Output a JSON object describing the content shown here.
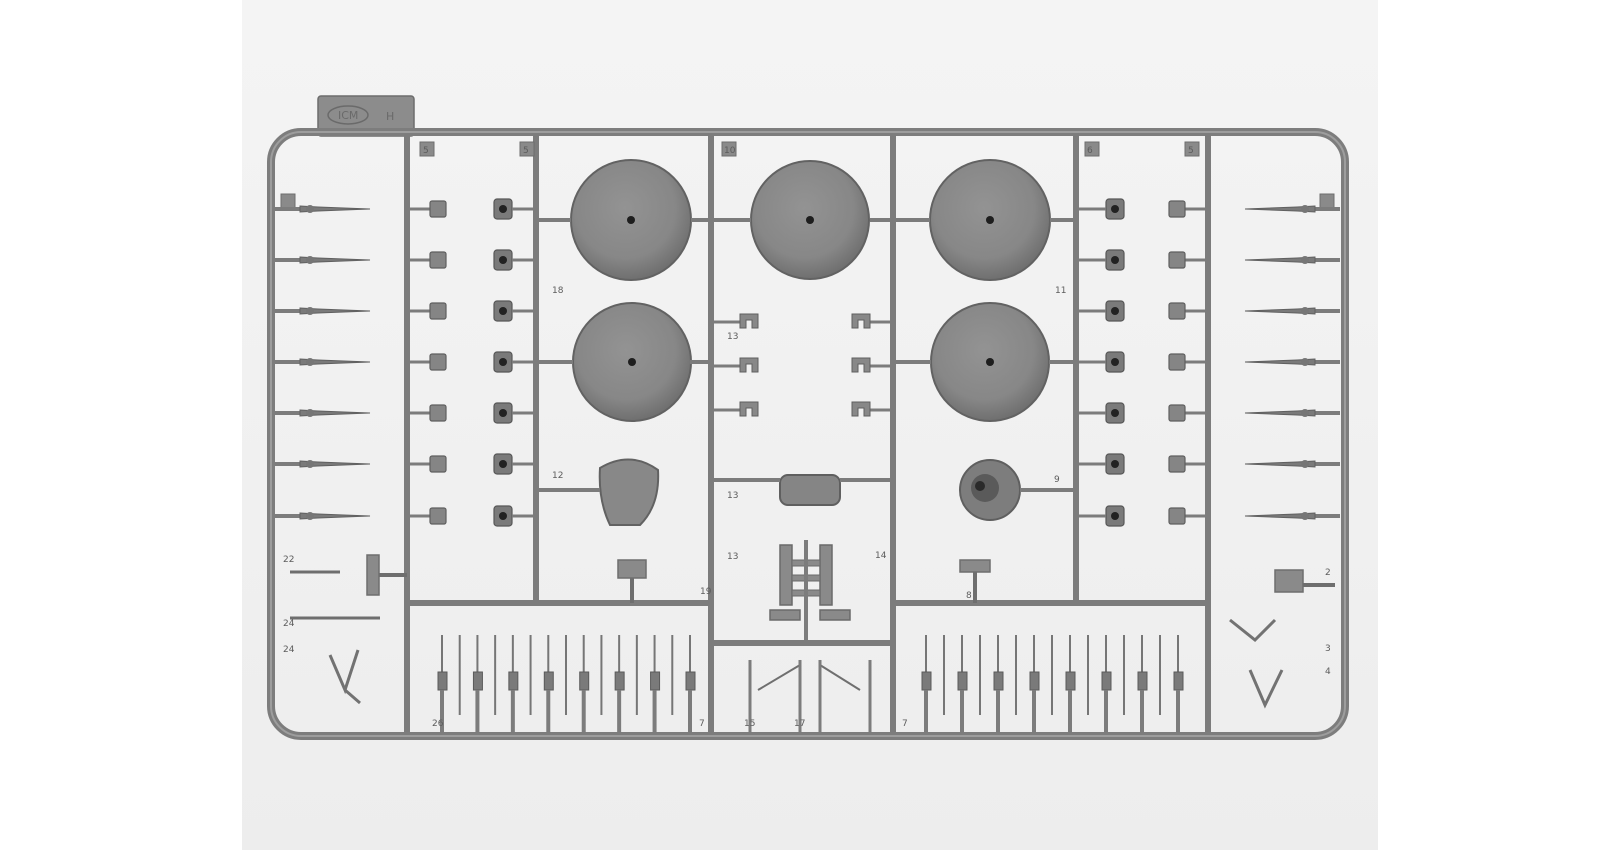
{
  "photo": {
    "subject": "plastic model kit sprue",
    "tab_letter": "H",
    "tab_logo_text": "ICM",
    "colors": {
      "background": "#f2f2f2",
      "plastic": "#8a8a8a",
      "plastic_dark": "#6b6b6b",
      "plastic_light": "#9c9c9c"
    }
  },
  "part_numbers": {
    "left_column": [
      "22",
      "24",
      "24"
    ],
    "top_labels": [
      "5",
      "5",
      "10",
      "6",
      "5"
    ],
    "middle": [
      "18",
      "11",
      "13",
      "13",
      "12",
      "19",
      "14",
      "13",
      "8",
      "9"
    ],
    "right_column": [
      "2",
      "3",
      "4"
    ],
    "bottom": [
      "26",
      "7",
      "15",
      "17",
      "7"
    ]
  }
}
